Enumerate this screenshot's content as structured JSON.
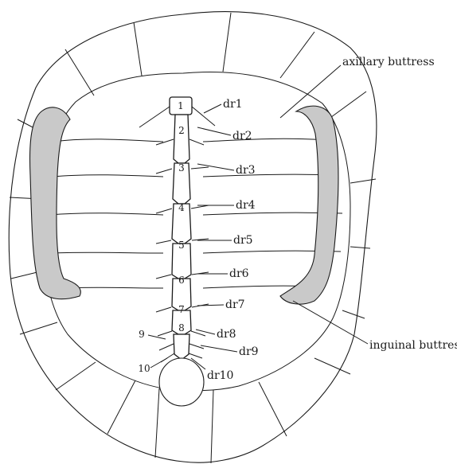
{
  "annotations": {
    "axillary_buttress": "axillary buttress",
    "inguinal_buttress": "inguinal buttress"
  },
  "rib_labels": [
    "dr1",
    "dr2",
    "dr3",
    "dr4",
    "dr5",
    "dr6",
    "dr7",
    "dr8",
    "dr9",
    "dr10"
  ],
  "vertebra_numbers": [
    "1",
    "2",
    "3",
    "4",
    "5",
    "6",
    "7",
    "8"
  ],
  "left_numbers": [
    "9",
    "10"
  ],
  "colors": {
    "stroke": "#1a1a1a",
    "buttress_fill": "#c9c9c9",
    "background": "#ffffff"
  }
}
